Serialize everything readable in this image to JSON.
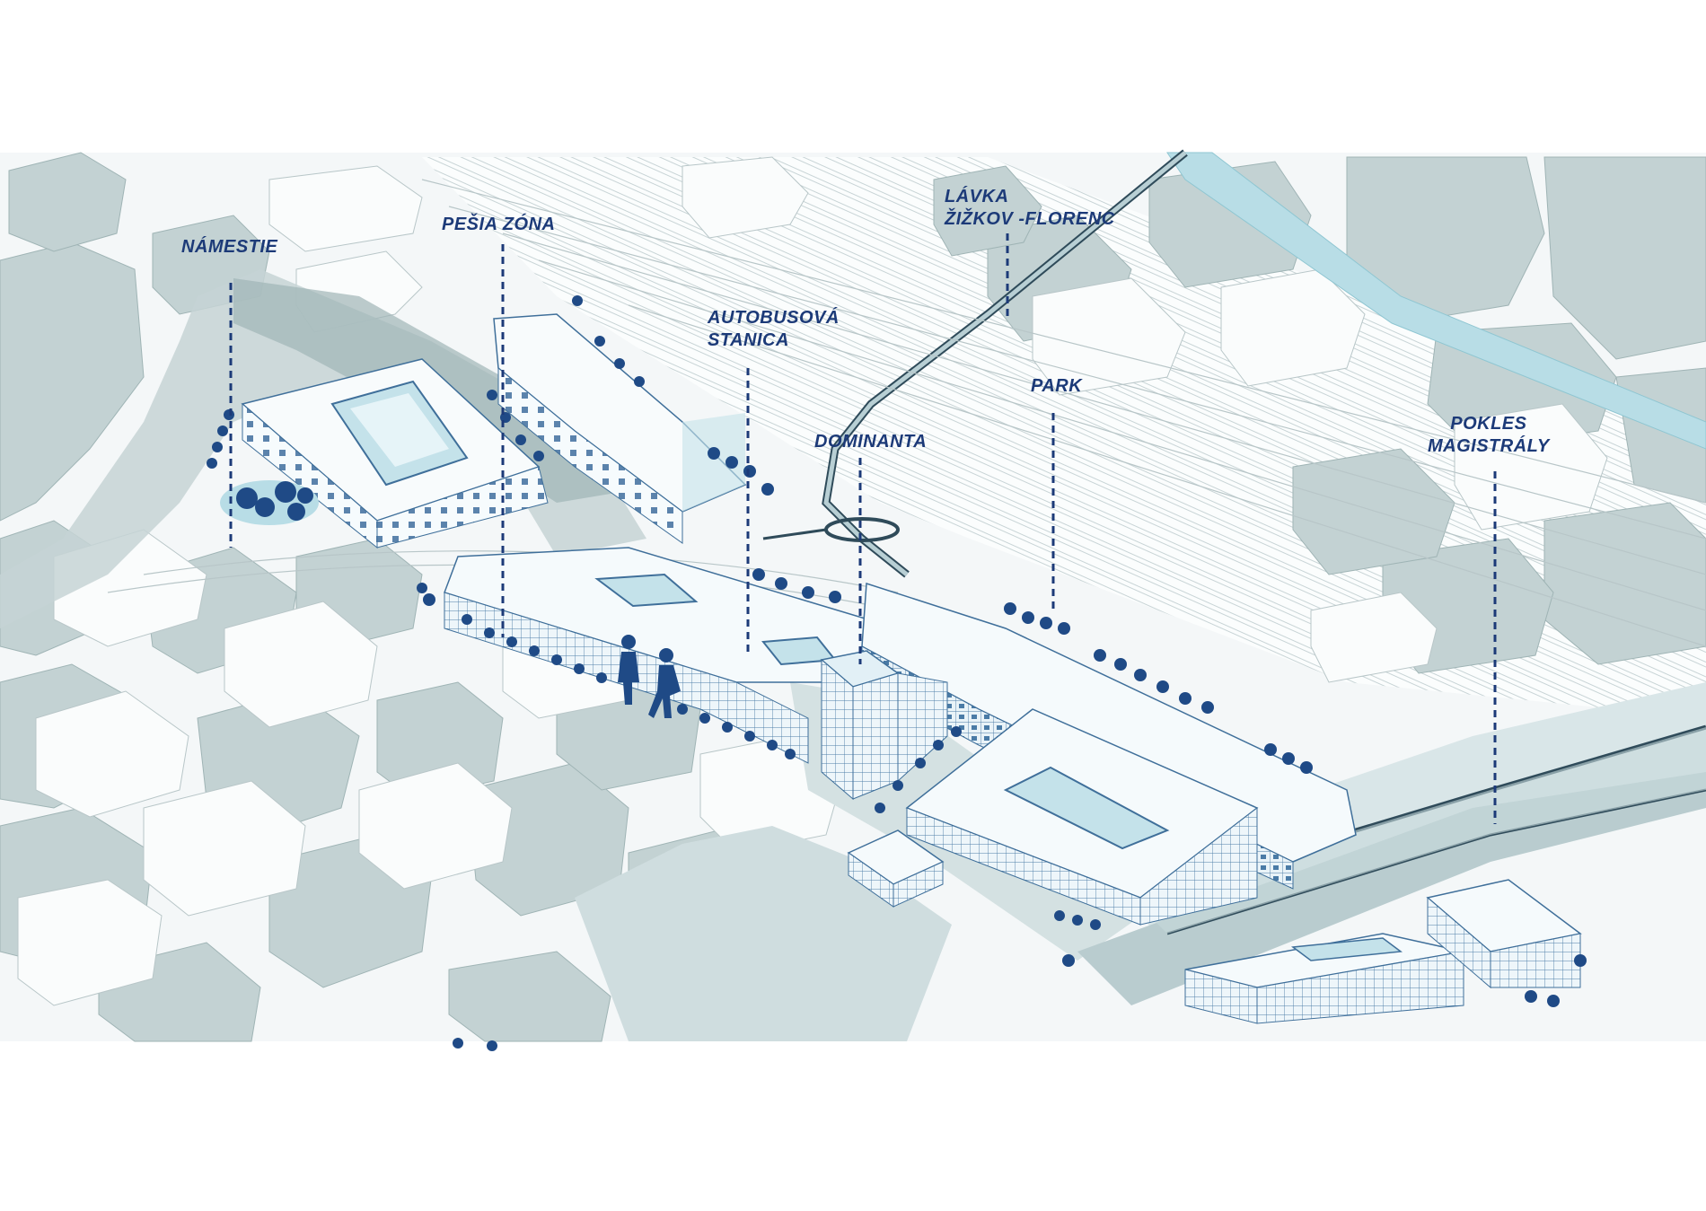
{
  "labels": {
    "namestie": "NÁMESTIE",
    "pesia_zona": "PEŠIA ZÓNA",
    "lavka_line1": "LÁVKA",
    "lavka_line2": "ŽIŽKOV -FLORENC",
    "autobusova_line1": "AUTOBUSOVÁ",
    "autobusova_line2": "STANICA",
    "dominanta": "DOMINANTA",
    "park": "PARK",
    "pokles_line1": "POKLES",
    "pokles_line2": "MAGISTRÁLY"
  },
  "colors": {
    "label": "#1c3a78",
    "building_gray": "#c3d2d3",
    "building_shadow": "#a7bcbd",
    "context_white": "#f6f9f9",
    "new_building_fill": "#eef6fa",
    "new_building_line": "#3f6f9a",
    "tree": "#1f4a86",
    "water": "#b8dde6",
    "bridge": "#2f4b5a",
    "road": "#9fb5b7"
  }
}
